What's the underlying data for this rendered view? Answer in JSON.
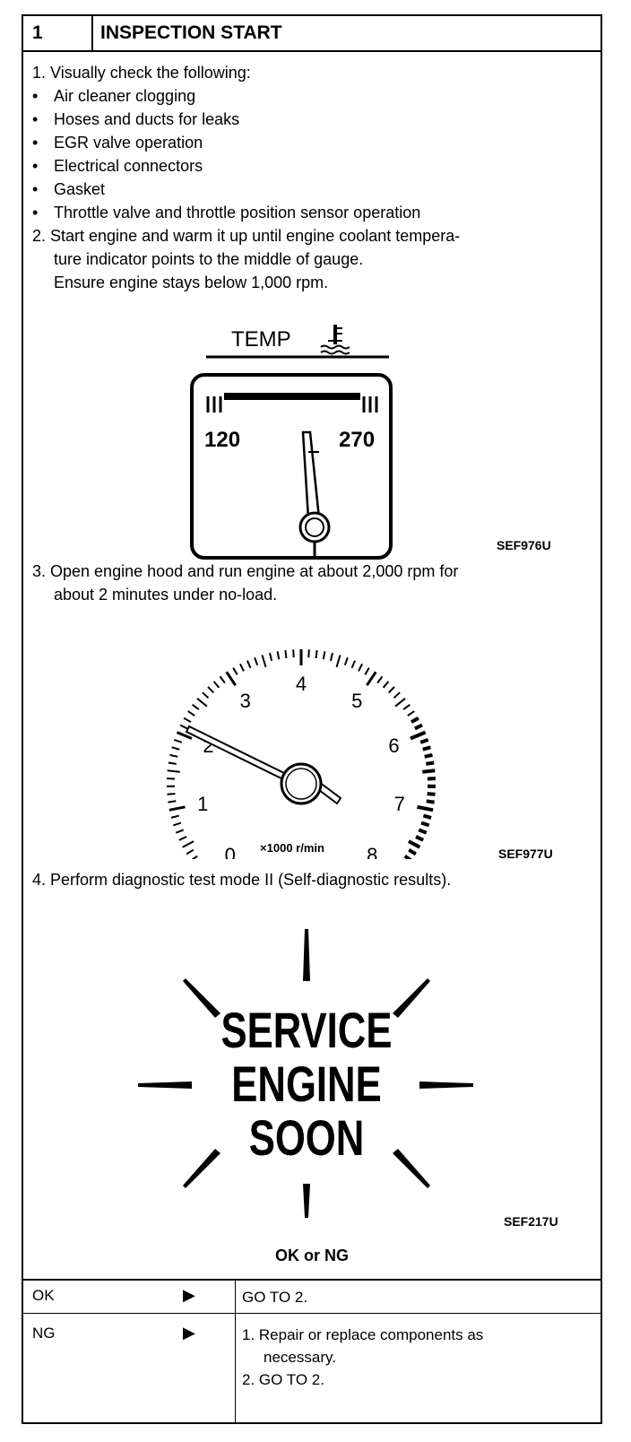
{
  "header": {
    "number": "1",
    "title": "INSPECTION START"
  },
  "steps": {
    "s1": "1. Visually check the following:",
    "bullets": [
      "Air cleaner clogging",
      "Hoses and ducts for leaks",
      "EGR valve operation",
      "Electrical connectors",
      "Gasket",
      "Throttle valve and throttle position sensor operation"
    ],
    "s2_l1": "2. Start engine and warm it up until engine coolant tempera-",
    "s2_l2": "ture indicator points to the middle of gauge.",
    "s2_l3": "Ensure engine stays below 1,000 rpm.",
    "s3_l1": "3. Open engine hood and run engine at about 2,000 rpm for",
    "s3_l2": "about 2 minutes under no-load.",
    "s4": "4. Perform diagnostic test mode II (Self-diagnostic results)."
  },
  "figures": {
    "temp": {
      "label": "TEMP",
      "low": "120",
      "high": "270",
      "code": "SEF976U"
    },
    "tach": {
      "ticks": [
        "0",
        "1",
        "2",
        "3",
        "4",
        "5",
        "6",
        "7",
        "8"
      ],
      "unit": "×1000 r/min",
      "code": "SEF977U"
    },
    "lamp": {
      "line1": "SERVICE",
      "line2": "ENGINE",
      "line3": "SOON",
      "code": "SEF217U"
    }
  },
  "result": {
    "title": "OK or NG",
    "rows": [
      {
        "label": "OK",
        "arrow": "▶",
        "lines": [
          "GO TO 2."
        ]
      },
      {
        "label": "NG",
        "arrow": "▶",
        "lines": [
          "1. Repair or replace components as",
          "necessary.",
          "2. GO TO 2."
        ]
      }
    ]
  }
}
